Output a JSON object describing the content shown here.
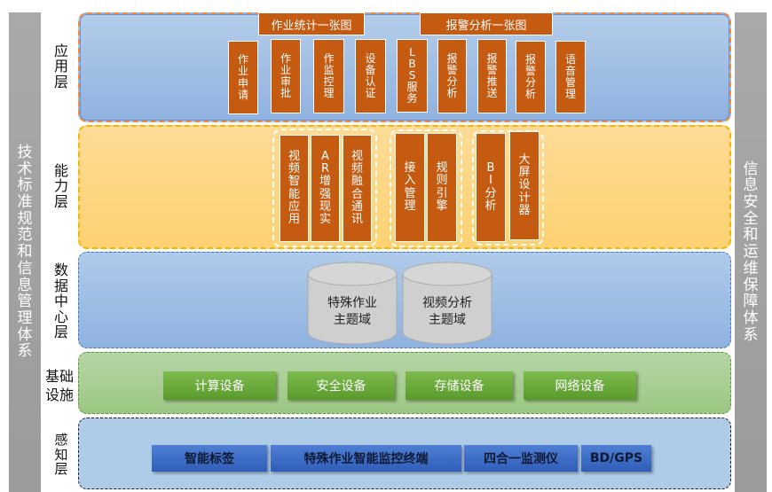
{
  "side_left": {
    "label": "技术标准规范和信息管理体系"
  },
  "side_right": {
    "label": "信息安全和运维保障体系"
  },
  "layers": {
    "app": {
      "label": "应用层",
      "headers": [
        "作业统计一张图",
        "报警分析一张图"
      ],
      "items": [
        "作业申请",
        "作业审批",
        "作监控理",
        "设备认证",
        "LBS服务",
        "报警分析",
        "报警推送",
        "报警分析",
        "语音管理"
      ]
    },
    "capability": {
      "label": "能力层",
      "groups": [
        {
          "items": [
            "视频智能应用",
            "AR增强现实",
            "视频融合通讯"
          ]
        },
        {
          "items": [
            "接入管理",
            "规则引擎"
          ]
        },
        {
          "items": [
            "BI分析",
            "大屏设计器"
          ]
        }
      ]
    },
    "data_center": {
      "label": "数据中心层",
      "domains": [
        {
          "line1": "特殊作业",
          "line2": "主题域"
        },
        {
          "line1": "视频分析",
          "line2": "主题域"
        }
      ]
    },
    "infrastructure": {
      "label_line1": "基础",
      "label_line2": "设施",
      "items": [
        "计算设备",
        "安全设备",
        "存储设备",
        "网络设备"
      ]
    },
    "perception": {
      "label": "感知层",
      "items": [
        "智能标签",
        "特殊作业智能监控终端",
        "四合一监测仪",
        "BD/GPS"
      ]
    }
  },
  "colors": {
    "orange_box": "#c55a11",
    "app_panel": "#9dbbe3",
    "capability_panel": "#fdd47e",
    "infra_button": "#6aaa3c",
    "sense_button": "#3a68c4",
    "pillar": "#a3a3a3"
  }
}
